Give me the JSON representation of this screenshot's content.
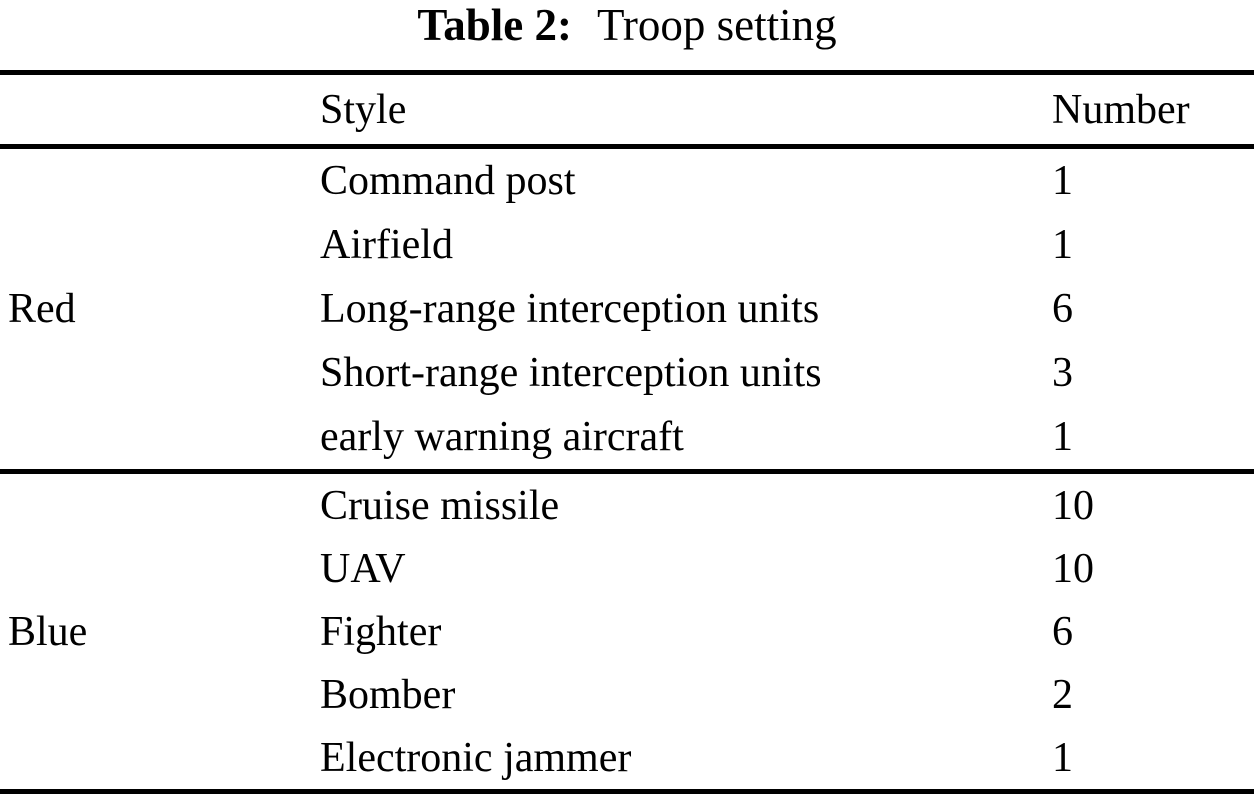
{
  "caption": {
    "label": "Table 2:",
    "title": "Troop setting"
  },
  "table": {
    "header": {
      "group": "",
      "style": "Style",
      "number": "Number"
    },
    "groups": [
      {
        "name": "Red",
        "rows": [
          {
            "style": "Command post",
            "number": "1"
          },
          {
            "style": "Airfield",
            "number": "1"
          },
          {
            "style": "Long-range interception units",
            "number": "6"
          },
          {
            "style": "Short-range interception units",
            "number": "3"
          },
          {
            "style": "early warning aircraft",
            "number": "1"
          }
        ]
      },
      {
        "name": "Blue",
        "rows": [
          {
            "style": "Cruise missile",
            "number": "10"
          },
          {
            "style": "UAV",
            "number": "10"
          },
          {
            "style": "Fighter",
            "number": "6"
          },
          {
            "style": "Bomber",
            "number": "2"
          },
          {
            "style": "Electronic jammer",
            "number": "1"
          }
        ]
      }
    ]
  },
  "colors": {
    "text": "#000000",
    "background": "#ffffff",
    "rule": "#000000"
  }
}
